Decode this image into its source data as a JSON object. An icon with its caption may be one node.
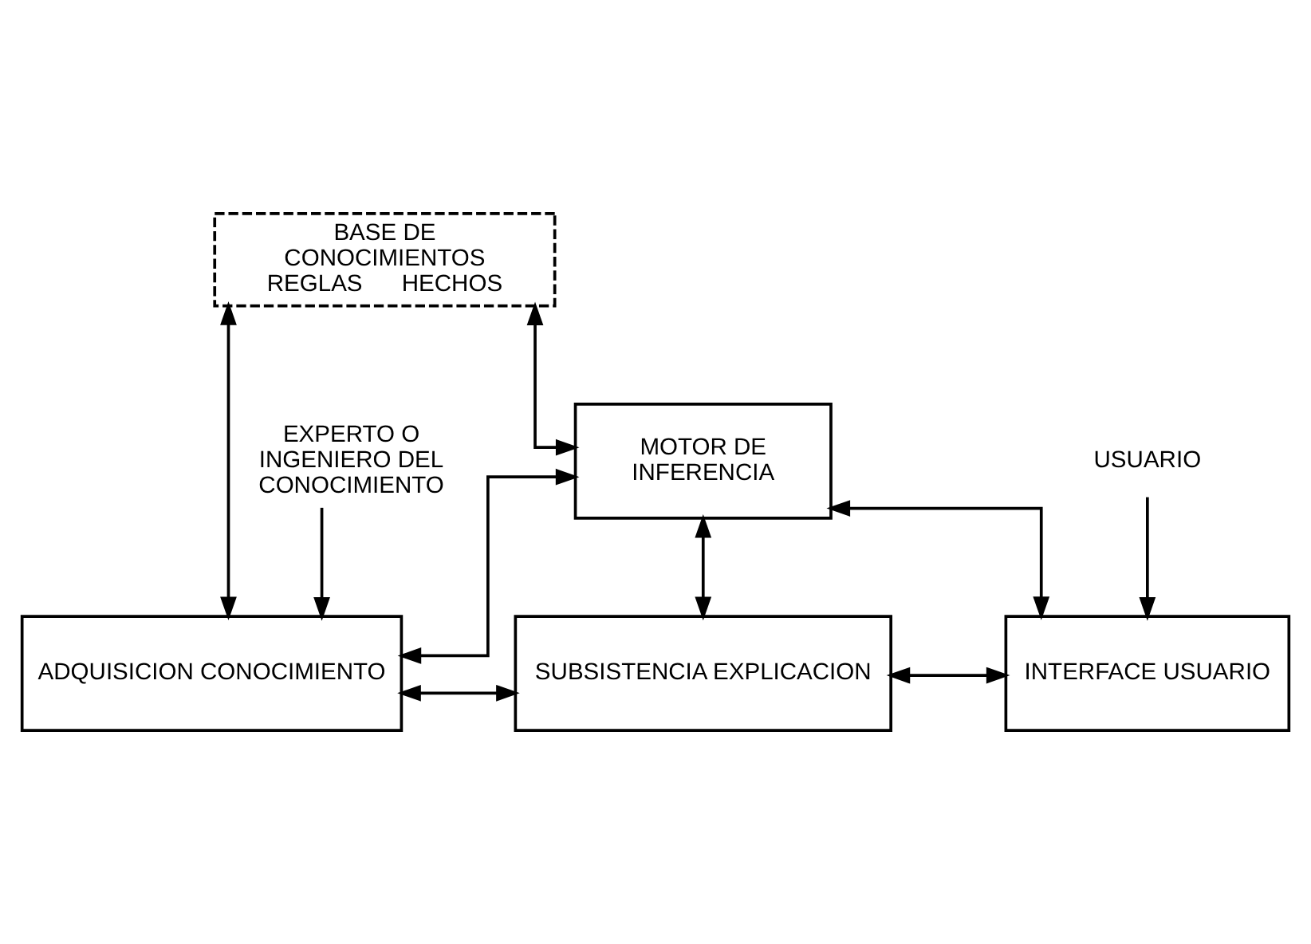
{
  "diagram": {
    "nodes": [
      {
        "text": [
          "BASE DE CONOCIMIENTOS",
          "REGLAS",
          "HECHOS"
        ]
      },
      {
        "text": [
          "MOTOR DE INFERENCIA"
        ]
      },
      {
        "text": [
          "ADQUISICION CONOCIMIENTO"
        ]
      },
      {
        "text": [
          "SUBSISTENCIA EXPLICACION"
        ]
      },
      {
        "text": [
          "INTERFACE USUARIO"
        ]
      },
      {
        "text": [
          "EXPERTO O INGENIERO DEL CONOCIMIENTO"
        ]
      },
      {
        "text": [
          "USUARIO"
        ]
      }
    ],
    "edges": [
      {
        "from": 0,
        "to": 1,
        "arrow": "both"
      },
      {
        "from": 1,
        "to": 2,
        "arrow": "both"
      },
      {
        "from": 1,
        "to": 3,
        "arrow": "both"
      },
      {
        "from": 1,
        "to": 4,
        "arrow": "both"
      },
      {
        "from": 2,
        "to": 0,
        "arrow": "both"
      },
      {
        "from": 2,
        "to": 3,
        "arrow": "both"
      },
      {
        "from": 3,
        "to": 4,
        "arrow": "both"
      },
      {
        "from": 5,
        "to": 2,
        "arrow": "to"
      },
      {
        "from": 6,
        "to": 4,
        "arrow": "to"
      }
    ]
  }
}
